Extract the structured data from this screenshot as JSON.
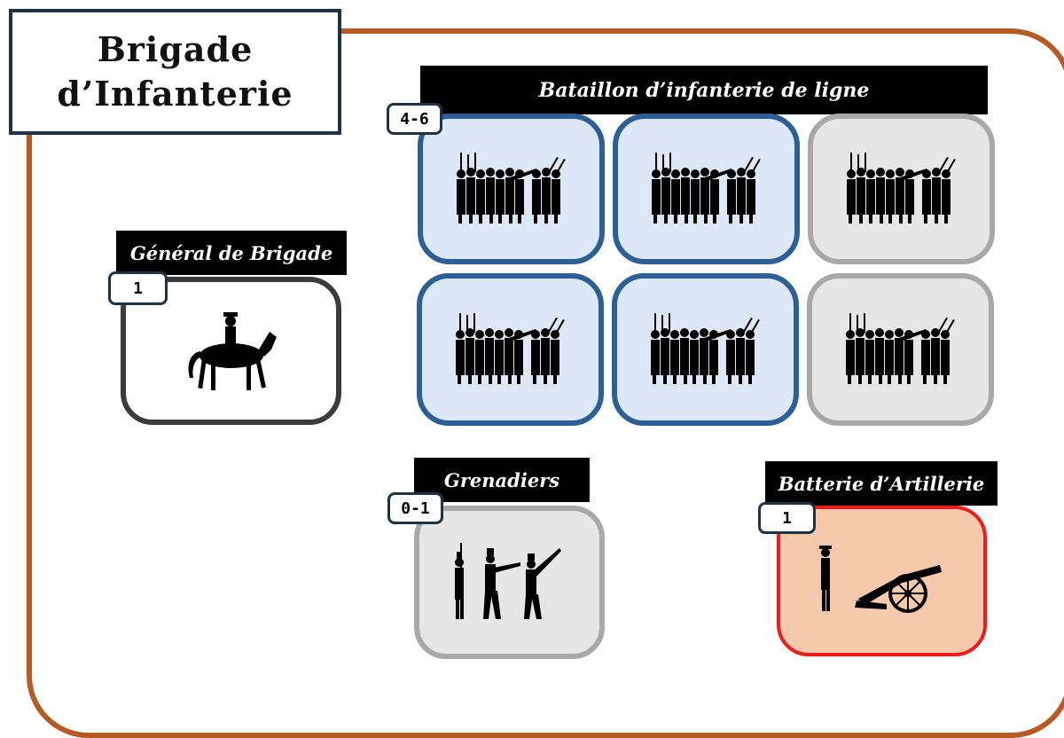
{
  "title": {
    "line1": "Brigade",
    "line2": "d’Infanterie"
  },
  "general": {
    "label": "Général de Brigade",
    "count": "1",
    "icon": "mounted-officer-icon",
    "border_color": "#3b3b3b"
  },
  "battalions": {
    "label": "Bataillon d’infanterie de ligne",
    "count": "4-6",
    "icon": "infantry-line-icon",
    "tiles": [
      {
        "status": "required",
        "color": "#dde8f6",
        "border": "#2d5f96"
      },
      {
        "status": "required",
        "color": "#dde8f6",
        "border": "#2d5f96"
      },
      {
        "status": "optional",
        "color": "#e6e6e6",
        "border": "#a8a8a8"
      },
      {
        "status": "required",
        "color": "#dde8f6",
        "border": "#2d5f96"
      },
      {
        "status": "required",
        "color": "#dde8f6",
        "border": "#2d5f96"
      },
      {
        "status": "optional",
        "color": "#e6e6e6",
        "border": "#a8a8a8"
      }
    ]
  },
  "grenadiers": {
    "label": "Grenadiers",
    "count": "0-1",
    "icon": "grenadiers-icon",
    "color": "#e6e6e6",
    "border": "#a8a8a8"
  },
  "artillery": {
    "label": "Batterie d’Artillerie",
    "count": "1",
    "icon": "cannon-icon",
    "color": "#f6c9ad",
    "border": "#ee1c1c"
  },
  "colors": {
    "frame": "#b85a26",
    "title_border": "#1f3345",
    "label_bg": "#000000"
  }
}
